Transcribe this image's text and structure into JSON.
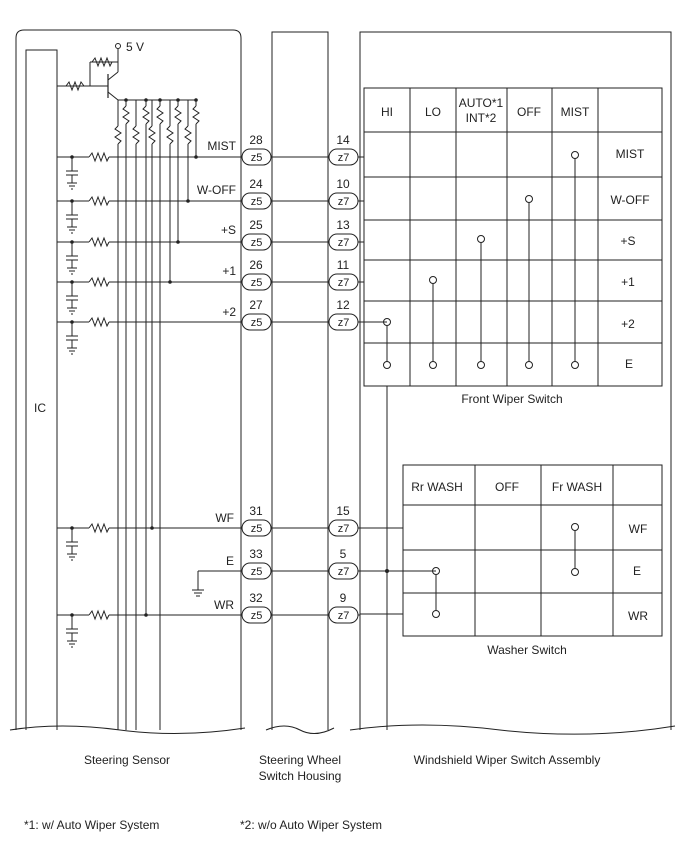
{
  "supply": "5 V",
  "ic_label": "IC",
  "sensor_pins": [
    {
      "label": "MIST",
      "pin": "28",
      "conn": "z5"
    },
    {
      "label": "W-OFF",
      "pin": "24",
      "conn": "z5"
    },
    {
      "label": "+S",
      "pin": "25",
      "conn": "z5"
    },
    {
      "label": "+1",
      "pin": "26",
      "conn": "z5"
    },
    {
      "label": "+2",
      "pin": "27",
      "conn": "z5"
    },
    {
      "label": "WF",
      "pin": "31",
      "conn": "z5"
    },
    {
      "label": "E",
      "pin": "33",
      "conn": "z5"
    },
    {
      "label": "WR",
      "pin": "32",
      "conn": "z5"
    }
  ],
  "housing_pins": [
    {
      "pin": "14",
      "conn": "z7"
    },
    {
      "pin": "10",
      "conn": "z7"
    },
    {
      "pin": "13",
      "conn": "z7"
    },
    {
      "pin": "11",
      "conn": "z7"
    },
    {
      "pin": "12",
      "conn": "z7"
    },
    {
      "pin": "15",
      "conn": "z7"
    },
    {
      "pin": "5",
      "conn": "z7"
    },
    {
      "pin": "9",
      "conn": "z7"
    }
  ],
  "front_wiper": {
    "title": "Front Wiper Switch",
    "headers": [
      "HI",
      "LO",
      "AUTO*1",
      "INT*2",
      "OFF",
      "MIST"
    ],
    "rows": [
      "MIST",
      "W-OFF",
      "+S",
      "+1",
      "+2",
      "E"
    ]
  },
  "washer": {
    "title": "Washer Switch",
    "headers": [
      "Rr WASH",
      "OFF",
      "Fr WASH"
    ],
    "rows": [
      "WF",
      "E",
      "WR"
    ]
  },
  "components": {
    "steering_sensor": "Steering Sensor",
    "housing_line1": "Steering Wheel",
    "housing_line2": "Switch Housing",
    "assembly": "Windshield Wiper Switch Assembly"
  },
  "footnotes": {
    "note1": "*1: w/ Auto Wiper System",
    "note2": "*2: w/o Auto Wiper System"
  }
}
